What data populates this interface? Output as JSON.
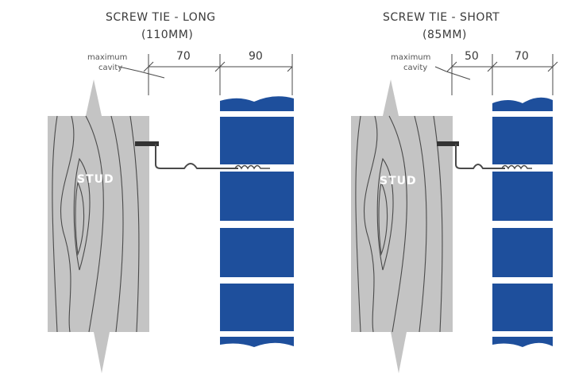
{
  "diagrams": [
    {
      "title": "SCREW TIE - LONG",
      "subtitle": "(110MM)",
      "max_cavity_line1": "maximum",
      "max_cavity_line2": "cavity",
      "dim_cavity": "70",
      "dim_brick": "90",
      "stud_label": "STUD"
    },
    {
      "title": "SCREW TIE - SHORT",
      "subtitle": "(85MM)",
      "max_cavity_line1": "maximum",
      "max_cavity_line2": "cavity",
      "dim_cavity": "50",
      "dim_brick": "70",
      "stud_label": "STUD"
    }
  ],
  "colors": {
    "stud_fill": "#c4c4c4",
    "brick_blue": "#1e4f9c",
    "line": "#4a4a4a"
  }
}
